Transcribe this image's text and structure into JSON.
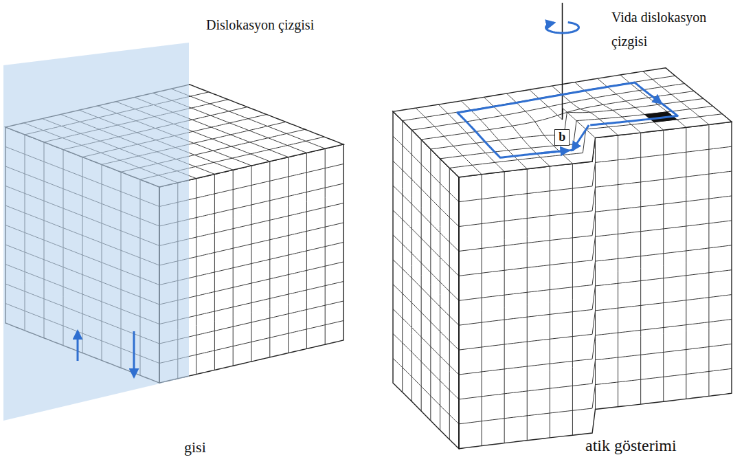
{
  "diagram": {
    "labels": [
      "Dislokasyon çizgisi",
      "Vida dislokasyon çizgisi",
      "b",
      "gisi",
      "atik gösterimi"
    ]
  }
}
